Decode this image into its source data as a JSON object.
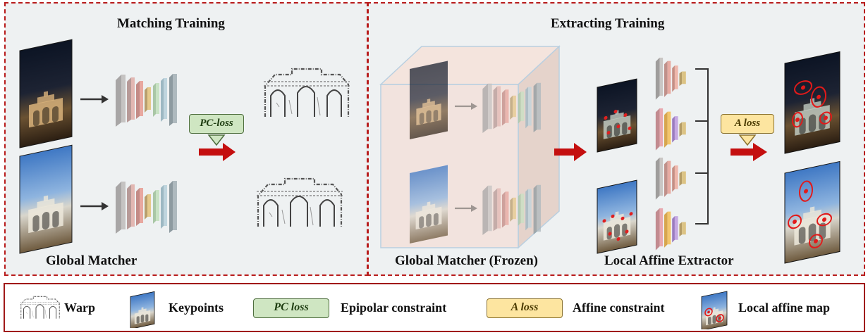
{
  "panels": {
    "matching": {
      "title": "Matching  Training",
      "caption": "Global Matcher",
      "loss_label": "PC-loss"
    },
    "extracting": {
      "title": "Extracting Training",
      "frozen_caption": "Global Matcher (Frozen)",
      "extractor_caption": "Local Affine Extractor",
      "loss_label": "A loss"
    }
  },
  "legend": {
    "warp": "Warp",
    "keypoints": "Keypoints",
    "pc_box": "PC  loss",
    "epipolar": "Epipolar constraint",
    "a_box": "A loss",
    "affine": "Affine constraint",
    "local_affine": "Local affine map"
  },
  "colors": {
    "dash_border": "#b81c1c",
    "arrow_red": "#c40f0f",
    "pc_fill": "#cfe6c2",
    "a_fill": "#fde5a0",
    "frozen_cube": "#f1ddd4"
  },
  "icons": {
    "network": "cnn-layer-stack-icon",
    "night_photo": "night-gate-photo-icon",
    "day_photo": "day-gate-photo-icon",
    "warp": "warp-sketch-icon"
  }
}
